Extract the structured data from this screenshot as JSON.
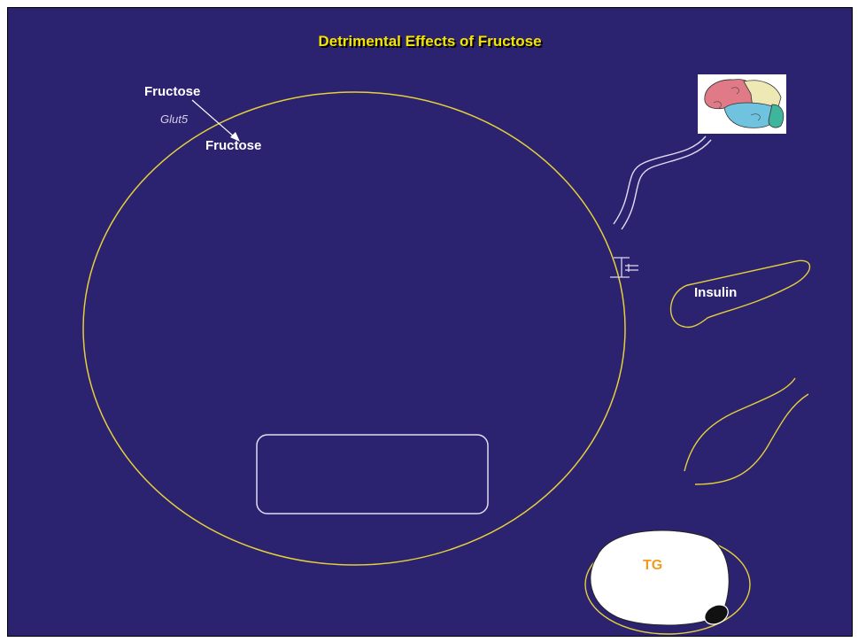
{
  "slide": {
    "title": "Detrimental Effects of Fructose",
    "labels": {
      "fructose_outside": "Fructose",
      "transporter": "Glut5",
      "fructose_inside": "Fructose",
      "insulin": "Insulin",
      "tg": "TG"
    },
    "icons": {
      "brain": "brain-icon"
    },
    "colors": {
      "background": "#2b2370",
      "title": "#f5e400",
      "membrane": "#e6cf3a",
      "label": "#ffffff",
      "tg": "#f39a1e"
    }
  }
}
